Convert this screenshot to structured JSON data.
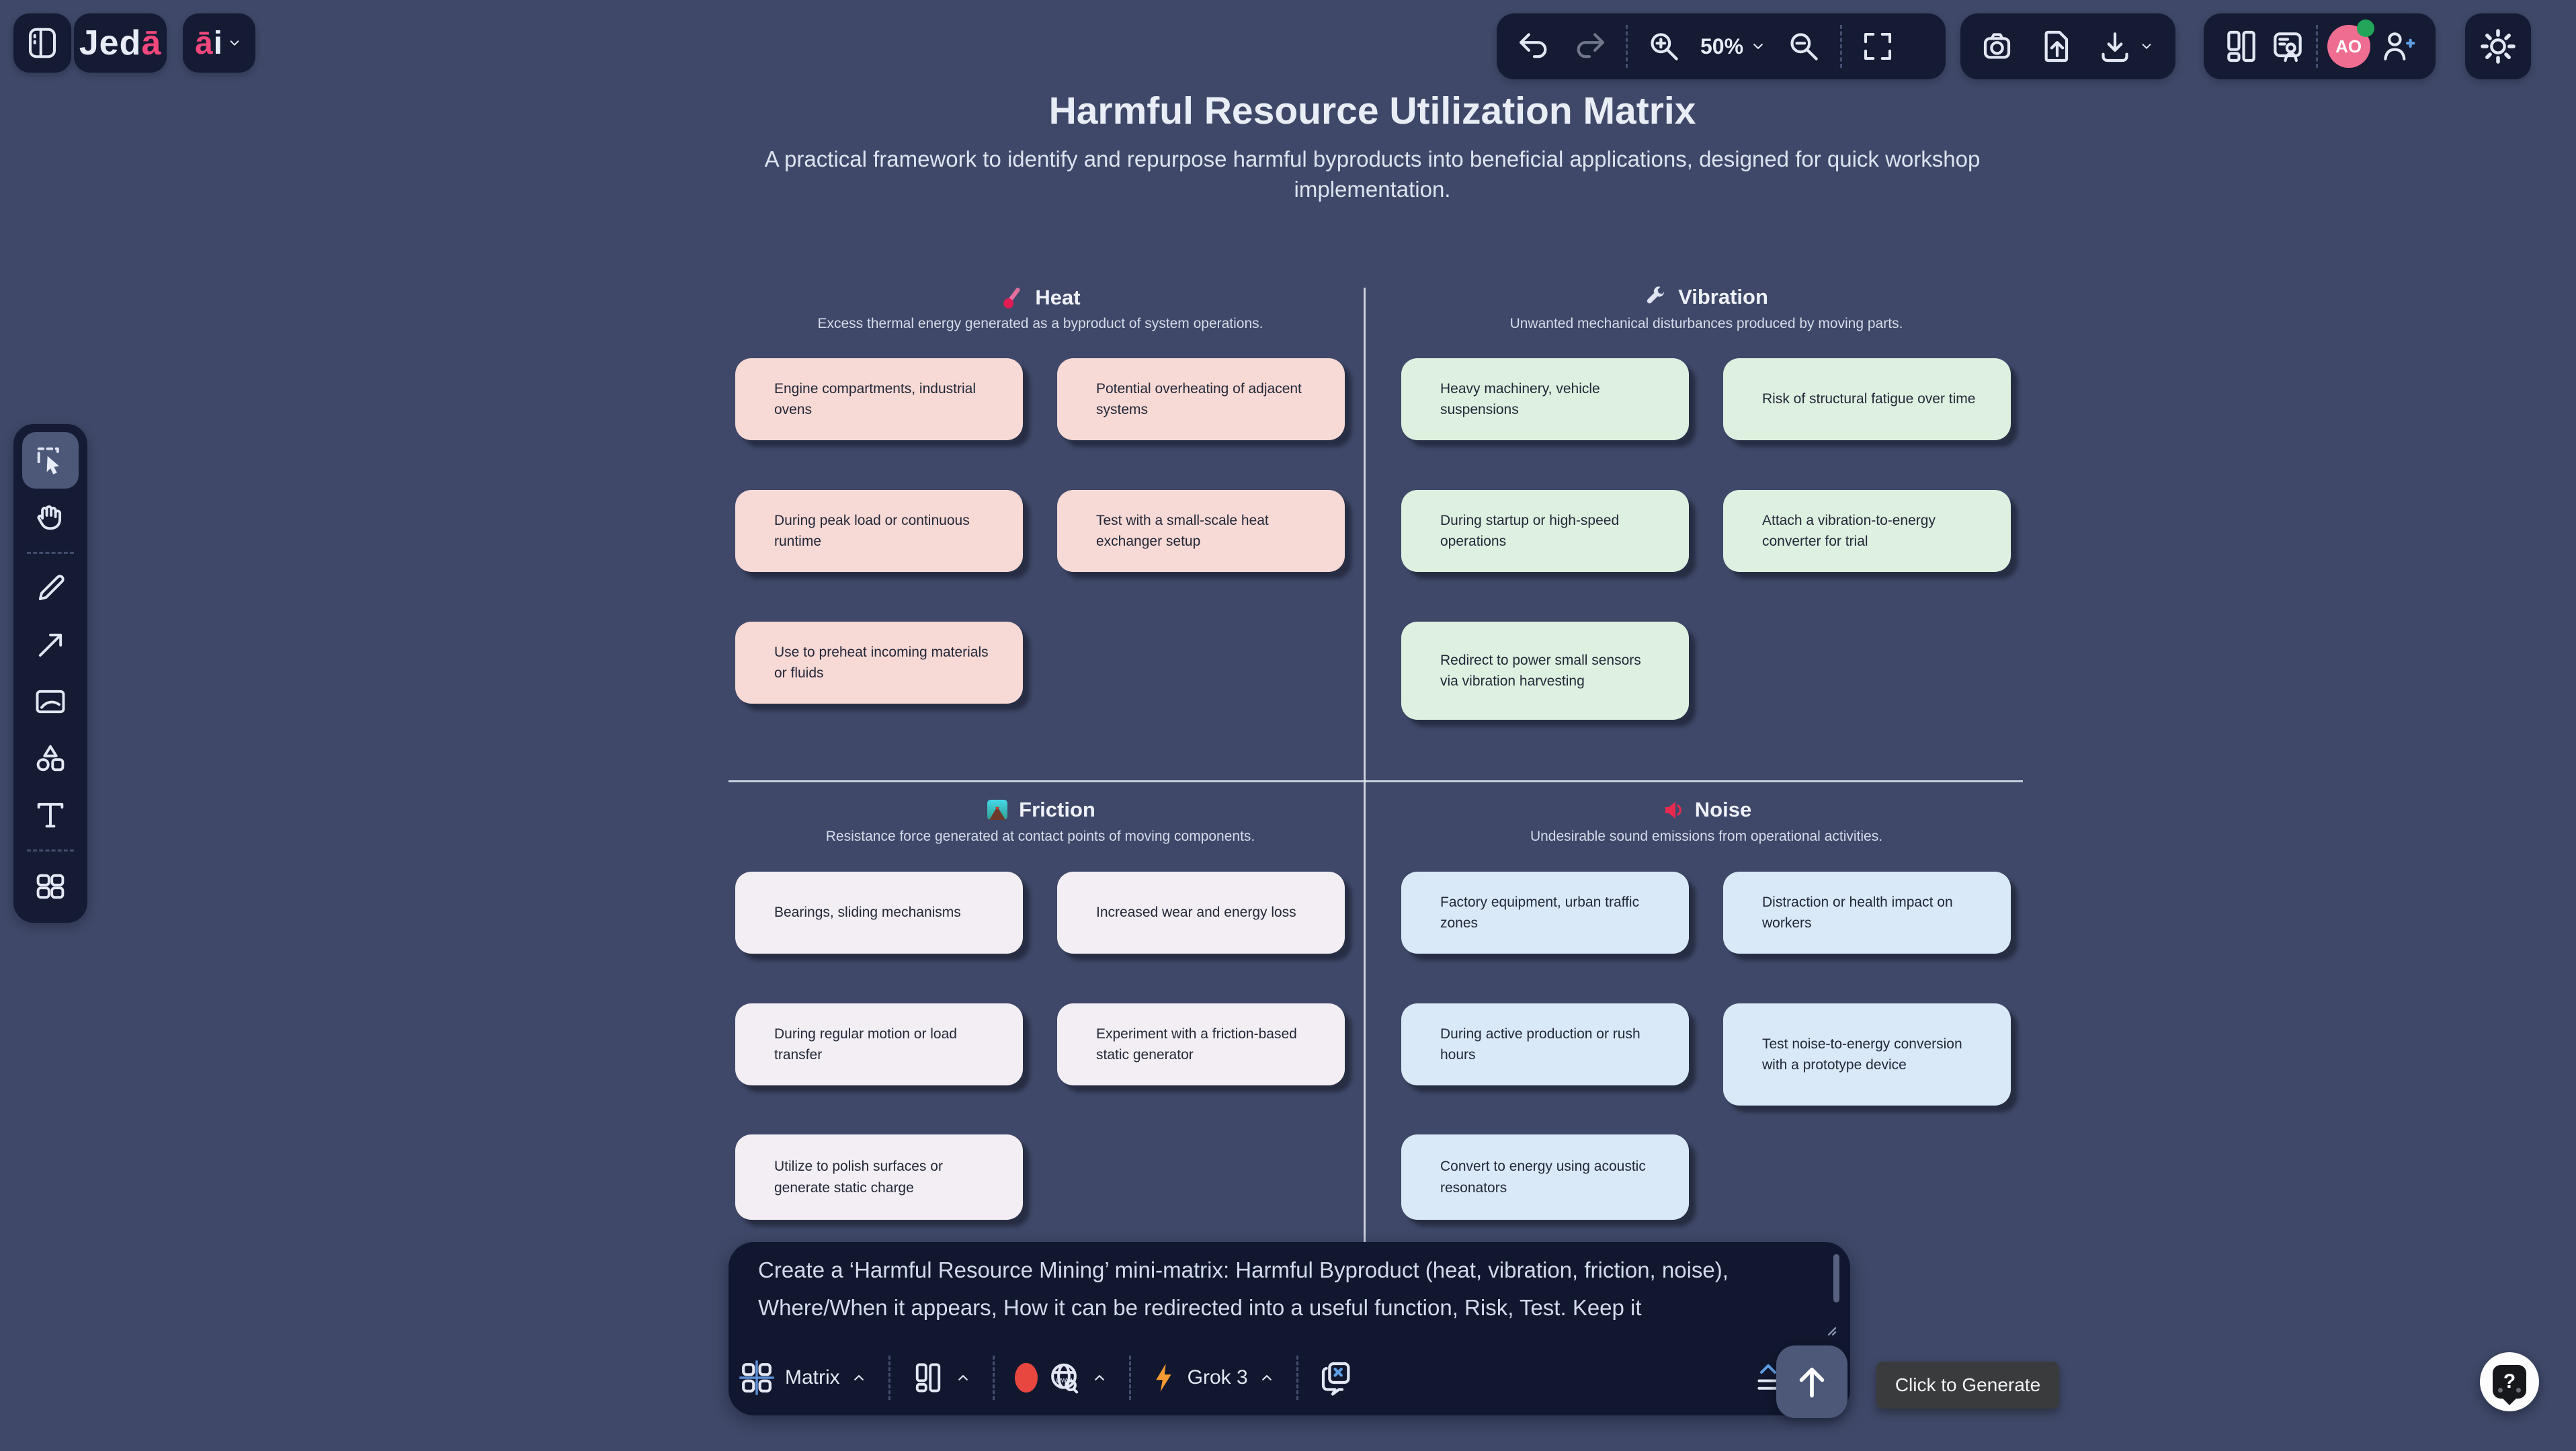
{
  "header": {
    "logo_primary": "Jed",
    "logo_accent_char": "ā",
    "ai_accent_char": "ā",
    "ai_rest_char": "i",
    "zoom_value": "50%",
    "avatar_initials": "AO"
  },
  "board": {
    "title": "Harmful Resource Utilization Matrix",
    "subtitle": "A practical framework to identify and repurpose harmful byproducts into beneficial applications, designed for quick workshop implementation.",
    "quadrants": [
      {
        "name": "Heat",
        "icon": "thermometer-icon",
        "description": "Excess thermal energy generated as a byproduct of system operations.",
        "card_color": "#f7d9d5",
        "cards": [
          "Engine compartments, industrial ovens",
          "Potential overheating of adjacent systems",
          "During peak load or continuous runtime",
          "Test with a small-scale heat exchanger setup",
          "Use to preheat incoming materials or fluids"
        ]
      },
      {
        "name": "Vibration",
        "icon": "wrench-icon",
        "description": "Unwanted mechanical disturbances produced by moving parts.",
        "card_color": "#def0e0",
        "cards": [
          "Heavy machinery, vehicle suspensions",
          "Risk of structural fatigue over time",
          "During startup or high-speed operations",
          "Attach a vibration-to-energy converter for trial",
          "Redirect to power small sensors via vibration harvesting"
        ]
      },
      {
        "name": "Friction",
        "icon": "volcano-icon",
        "description": "Resistance force generated at contact points of moving components.",
        "card_color": "#f2eef3",
        "cards": [
          "Bearings, sliding mechanisms",
          "Increased wear and energy loss",
          "During regular motion or load transfer",
          "Experiment with a friction-based static generator",
          "Utilize to polish surfaces or generate static charge"
        ]
      },
      {
        "name": "Noise",
        "icon": "megaphone-icon",
        "description": "Undesirable sound emissions from operational activities.",
        "card_color": "#d9e9f7",
        "cards": [
          "Factory equipment, urban traffic zones",
          "Distraction or health impact on workers",
          "During active production or rush hours",
          "Test noise-to-energy conversion with a prototype device",
          "Convert to energy using acoustic resonators"
        ]
      }
    ]
  },
  "prompt": {
    "text": "Create a ‘Harmful Resource Mining’ mini-matrix: Harmful Byproduct (heat, vibration, friction, noise), Where/When it appears, How it can be redirected into a useful function, Risk, Test. Keep it",
    "generator_label": "Matrix",
    "model_label": "Grok 3",
    "tooltip": "Click to Generate"
  },
  "icons": {
    "help_glyph": "?"
  },
  "colors": {
    "background": "#3f4868",
    "panel": "#141b33",
    "accent_pink": "#f0487c",
    "avatar_pink": "#ee6d90",
    "online_green": "#23a55a",
    "record_red": "#e8473f",
    "bolt_orange": "#f59b31",
    "link_blue": "#5f9ee3"
  }
}
